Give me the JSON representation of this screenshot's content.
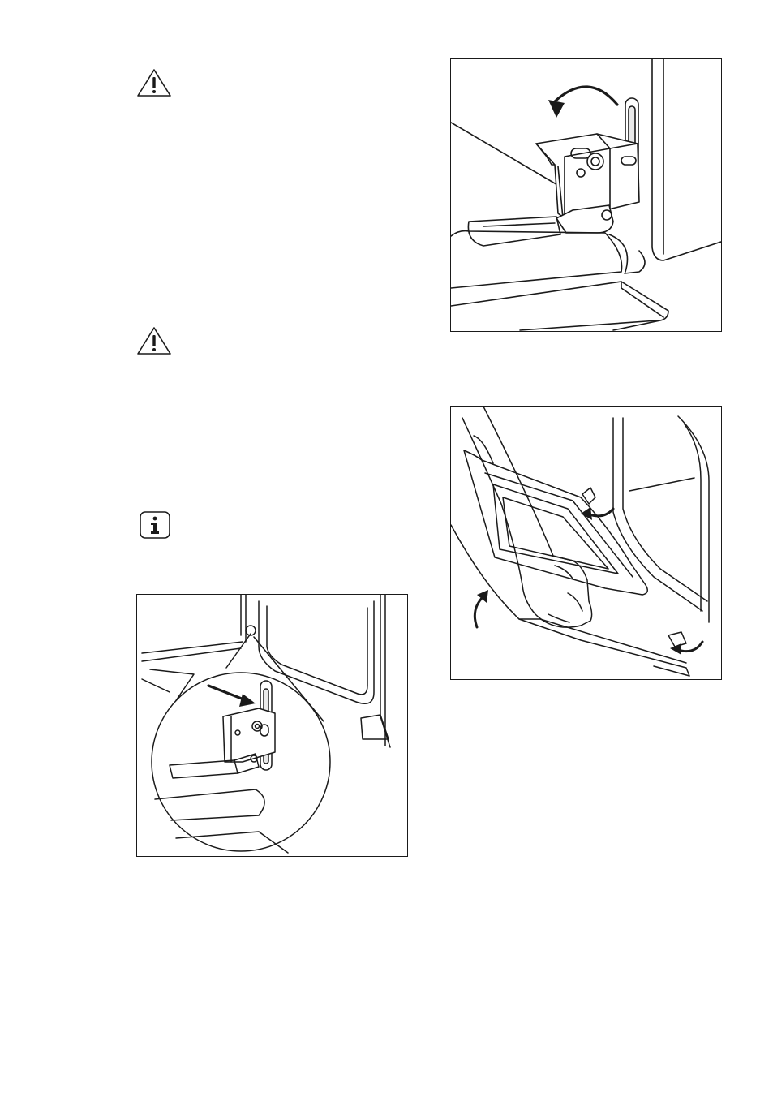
{
  "page": {
    "icons": [
      {
        "id": "warning-1",
        "icon": "warning-triangle-icon"
      },
      {
        "id": "warning-2",
        "icon": "warning-triangle-icon"
      },
      {
        "id": "info-1",
        "icon": "info-square-icon"
      }
    ],
    "figures": [
      {
        "id": "hinge-lever",
        "depicts": "hinge-lever-rotate"
      },
      {
        "id": "hinge-detail",
        "depicts": "hinge-detail-magnified"
      },
      {
        "id": "door-removal",
        "depicts": "door-lift-and-remove"
      }
    ],
    "colors": {
      "ink": "#1a1a1a",
      "paper": "#ffffff",
      "shade": "#e9e9e9"
    }
  }
}
